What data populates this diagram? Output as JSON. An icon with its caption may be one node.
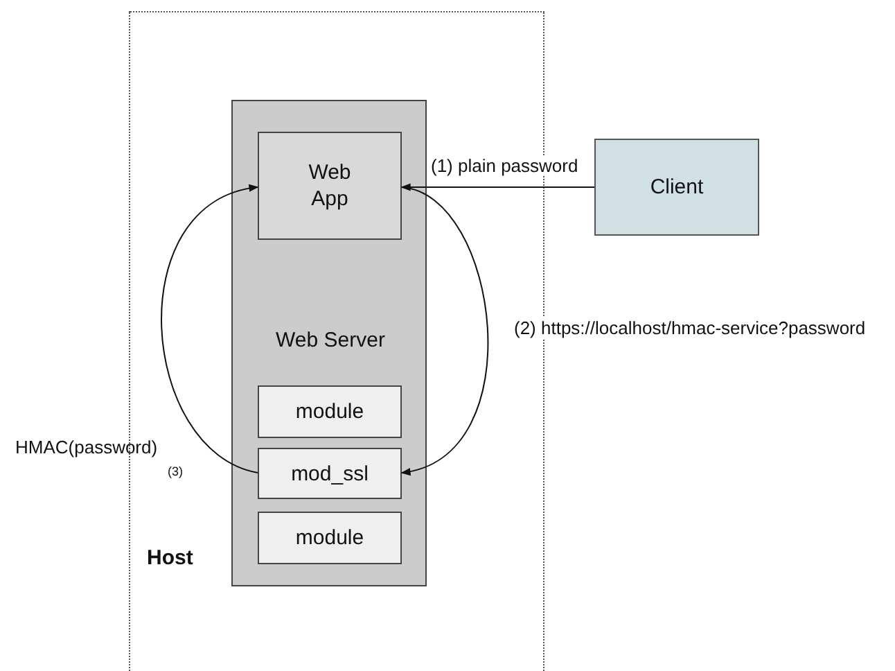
{
  "diagram": {
    "nodes": [
      {
        "text": [
          "Host"
        ]
      },
      {
        "text": [
          "Web Server"
        ],
        "in": 0
      },
      {
        "text": [
          "Web App"
        ],
        "in": 1
      },
      {
        "text": [
          "module"
        ],
        "in": 1
      },
      {
        "text": [
          "mod_ssl"
        ],
        "in": 1
      },
      {
        "text": [
          "module"
        ],
        "in": 1
      },
      {
        "text": [
          "Client"
        ]
      }
    ],
    "edges": [
      {
        "from": 6,
        "to": 2,
        "arrow": "to",
        "label": "(1) plain password"
      },
      {
        "from": 2,
        "to": 4,
        "arrow": "to",
        "label": "(2) https://localhost/hmac-service?password"
      },
      {
        "from": 4,
        "to": 2,
        "arrow": "to",
        "label": "HMAC(password)"
      }
    ],
    "labels": [
      "(3)"
    ]
  }
}
